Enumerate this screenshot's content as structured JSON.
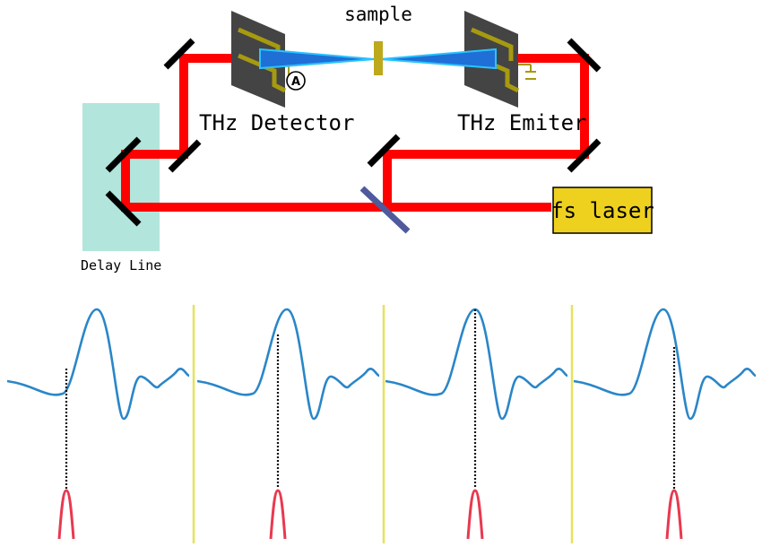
{
  "labels": {
    "sample": "sample",
    "detector": "THz Detector",
    "emitter": "THz Emiter",
    "laser": "fs laser",
    "delay_line": "Delay Line",
    "ammeter": "A"
  },
  "colors": {
    "beam": "#ff0000",
    "thz_cone": "#1f6fd6",
    "thz_outline": "#29c3ff",
    "delay_box": "#b2e5dc",
    "laser_box": "#eed11f",
    "antenna_plate": "#444444",
    "antenna_electrode": "#a69a10",
    "waveform": "#2a86c8",
    "pulse": "#e8394f",
    "divider": "#e6e25c",
    "beam_splitter": "#4e5a9c"
  },
  "waveform_panels": 4,
  "sampling_markers": [
    {
      "panel": 1,
      "phase": "before main peak"
    },
    {
      "panel": 2,
      "phase": "rising edge"
    },
    {
      "panel": 3,
      "phase": "at peak"
    },
    {
      "panel": 4,
      "phase": "falling edge"
    }
  ]
}
